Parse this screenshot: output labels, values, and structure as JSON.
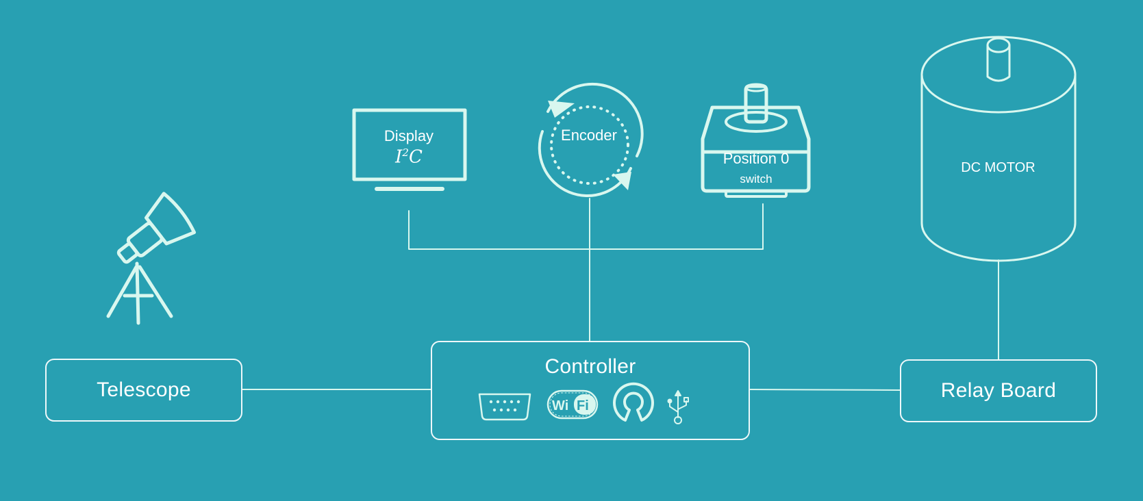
{
  "nodes": {
    "telescope": "Telescope",
    "controller": "Controller",
    "relay_board": "Relay Board",
    "display": "Display",
    "display_bus": {
      "base": "I",
      "exponent": "2",
      "suffix": "C"
    },
    "encoder": "Encoder",
    "position": "Position 0",
    "switch": "switch",
    "dc_motor": "DC MOTOR"
  },
  "controller_icons": [
    "serial-port-icon",
    "wifi-icon",
    "open-hardware-icon",
    "usb-icon"
  ],
  "node_icons": [
    "telescope-icon",
    "monitor-icon",
    "encoder-rotation-icon",
    "stepper-switch-icon",
    "motor-cylinder-icon"
  ],
  "connections": [
    [
      "display",
      "controller"
    ],
    [
      "encoder",
      "controller"
    ],
    [
      "position_switch",
      "controller"
    ],
    [
      "telescope",
      "controller"
    ],
    [
      "controller",
      "relay_board"
    ],
    [
      "relay_board",
      "dc_motor"
    ]
  ],
  "colors": {
    "background": "#28a0b2",
    "stroke": "#d9f7ef",
    "text": "#ffffff"
  }
}
